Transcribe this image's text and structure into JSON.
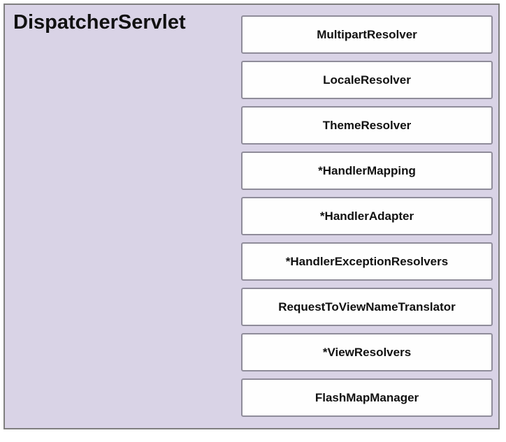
{
  "diagram": {
    "container": {
      "label": "DispatcherServlet"
    },
    "components": [
      {
        "label": "MultipartResolver"
      },
      {
        "label": "LocaleResolver"
      },
      {
        "label": "ThemeResolver"
      },
      {
        "label": "*HandlerMapping"
      },
      {
        "label": "*HandlerAdapter"
      },
      {
        "label": "*HandlerExceptionResolvers"
      },
      {
        "label": "RequestToViewNameTranslator"
      },
      {
        "label": "*ViewResolvers"
      },
      {
        "label": "FlashMapManager"
      }
    ],
    "colors": {
      "container_fill": "#d9d3e6",
      "container_border": "#7f7f7f",
      "box_fill": "#fefefe",
      "box_border": "#8f8c9a",
      "text": "#111111"
    }
  }
}
